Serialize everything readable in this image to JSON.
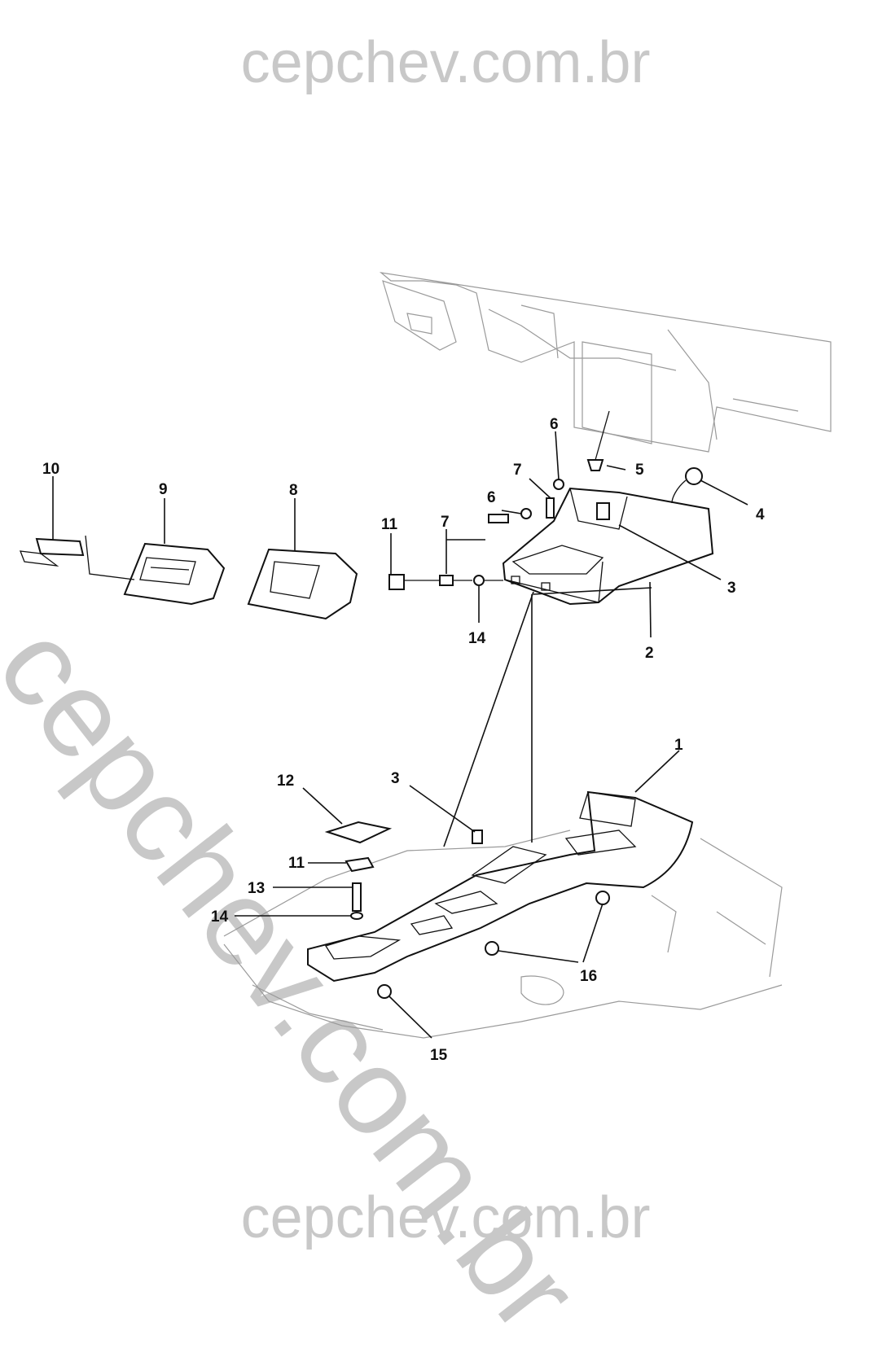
{
  "watermark": {
    "top": "cepchev.com.br",
    "diagonal": "cepchev.com.br",
    "bottom": "cepchev.com.br"
  },
  "callouts": {
    "c1": "1",
    "c2": "2",
    "c3_upper": "3",
    "c3_lower": "3",
    "c4": "4",
    "c5": "5",
    "c6_upper": "6",
    "c6_lower": "6",
    "c7_upper": "7",
    "c7_lower": "7",
    "c8": "8",
    "c9": "9",
    "c10": "10",
    "c11_upper": "11",
    "c11_lower": "11",
    "c12": "12",
    "c13": "13",
    "c14_upper": "14",
    "c14_lower": "14",
    "c15": "15",
    "c16": "16"
  }
}
